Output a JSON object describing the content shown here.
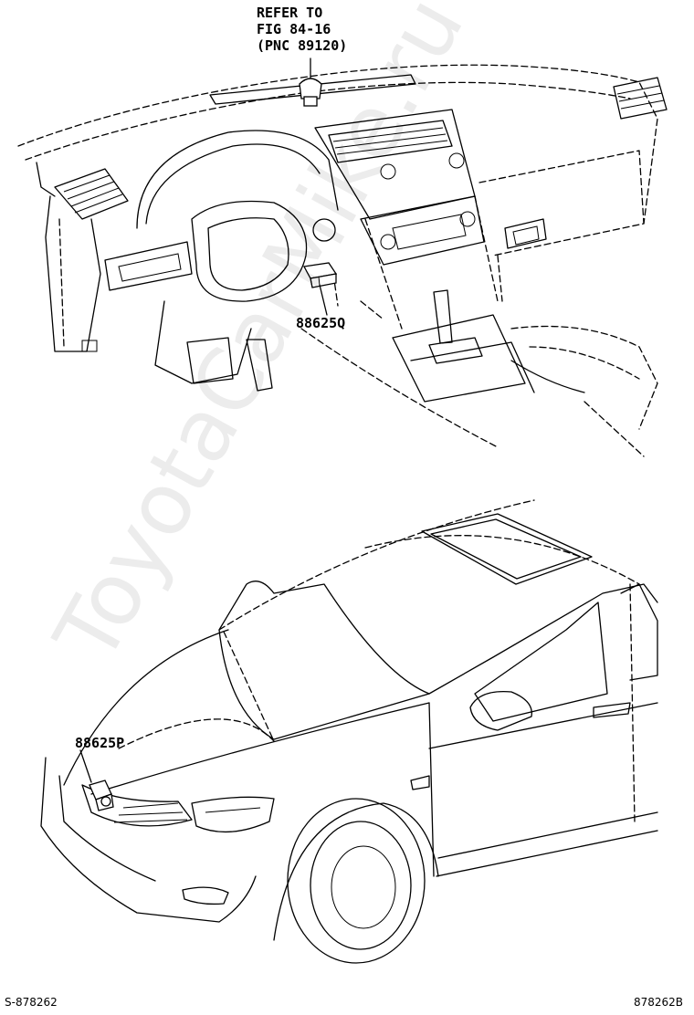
{
  "callouts": {
    "refer_line1": "REFER TO",
    "refer_line2": "FIG 84-16",
    "refer_line3": "(PNC 89120)",
    "part_q": "88625Q",
    "part_p": "88625P"
  },
  "footer": {
    "left_code": "S-878262",
    "right_code": "878262B"
  },
  "watermark": "ToyotaCarMike.ru"
}
